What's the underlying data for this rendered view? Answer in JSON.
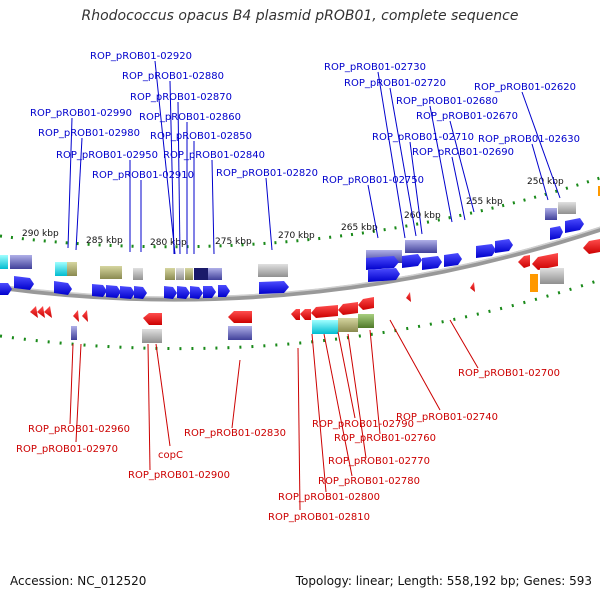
{
  "title": "Rhodococcus opacus B4 plasmid pROB01, complete sequence",
  "footer": {
    "accession": "Accession: NC_012520",
    "summary": "Topology: linear; Length: 558,192 bp; Genes: 593"
  },
  "colors": {
    "forward_gene": "#0000ee",
    "reverse_gene": "#ee0000",
    "forward_label": "#0000cc",
    "reverse_label": "#cc0000",
    "tick_green": "#1a8a1a",
    "backbone": "#888888"
  },
  "scale_labels": [
    "290 kbp",
    "285 kbp",
    "280 kbp",
    "275 kbp",
    "270 kbp",
    "265 kbp",
    "260 kbp",
    "255 kbp",
    "250 kbp"
  ],
  "forward_labels": [
    "ROP_pROB01-02920",
    "ROP_pROB01-02880",
    "ROP_pROB01-02870",
    "ROP_pROB01-02990",
    "ROP_pROB01-02860",
    "ROP_pROB01-02980",
    "ROP_pROB01-02850",
    "ROP_pROB01-02950",
    "ROP_pROB01-02840",
    "ROP_pROB01-02910",
    "ROP_pROB01-02820",
    "ROP_pROB01-02730",
    "ROP_pROB01-02720",
    "ROP_pROB01-02680",
    "ROP_pROB01-02670",
    "ROP_pROB01-02620",
    "ROP_pROB01-02710",
    "ROP_pROB01-02690",
    "ROP_pROB01-02630",
    "ROP_pROB01-02750"
  ],
  "reverse_labels": [
    "ROP_pROB01-02700",
    "ROP_pROB01-02740",
    "ROP_pROB01-02790",
    "ROP_pROB01-02760",
    "ROP_pROB01-02960",
    "ROP_pROB01-02970",
    "ROP_pROB01-02830",
    "copC",
    "ROP_pROB01-02770",
    "ROP_pROB01-02900",
    "ROP_pROB01-02780",
    "ROP_pROB01-02800",
    "ROP_pROB01-02810"
  ]
}
